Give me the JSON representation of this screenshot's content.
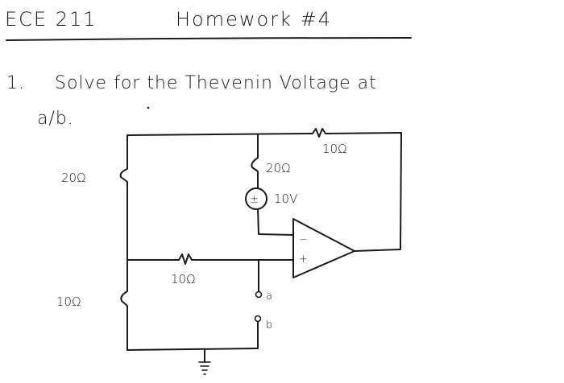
{
  "header": {
    "course": "ECE 211",
    "assignment": "Homework #4"
  },
  "problem": {
    "number": "1.",
    "text_line1": "Solve for the Thevenin Voltage at",
    "text_line2": "a/b."
  },
  "circuit": {
    "r_top": "10Ω",
    "r_left_top": "20Ω",
    "r_middle": "20Ω",
    "source": "10V",
    "source_symbol": "±",
    "r_horizontal": "10Ω",
    "r_left_bottom": "10Ω",
    "terminal_a": "a",
    "terminal_b": "b",
    "opamp_minus": "−",
    "opamp_plus": "+"
  }
}
